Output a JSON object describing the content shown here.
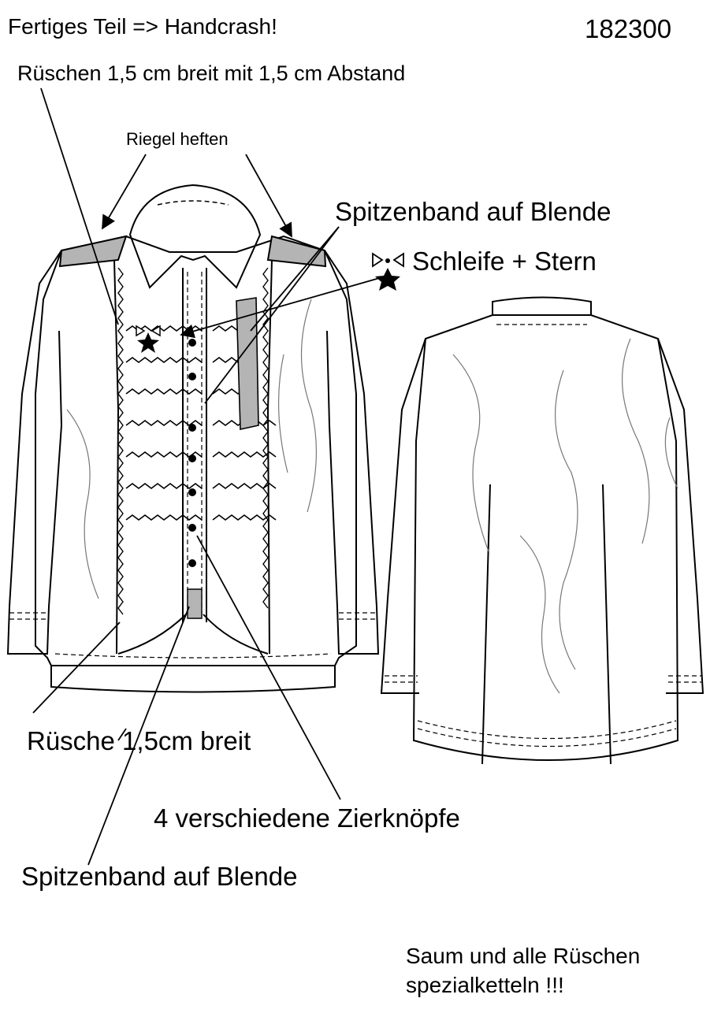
{
  "header": {
    "title": "Fertiges Teil => Handcrash!",
    "model_number": "182300"
  },
  "annotations": {
    "rueschen_breit": "Rüschen 1,5 cm breit mit 1,5 cm Abstand",
    "riegel_heften": "Riegel heften",
    "spitzenband_top": "Spitzenband auf Blende",
    "schleife_stern": "Schleife + Stern",
    "ruesche_breit": "Rüsche 1,5cm breit",
    "zierknoepfe": "4 verschiedene Zierknöpfe",
    "spitzenband_bottom": "Spitzenband auf Blende"
  },
  "footer_note": {
    "line1": "Saum und alle Rüschen",
    "line2": "spezialketteln !!!"
  },
  "colors": {
    "line": "#000000",
    "thin_line": "#555555",
    "shade": "#b4b4b4",
    "background": "#ffffff"
  }
}
